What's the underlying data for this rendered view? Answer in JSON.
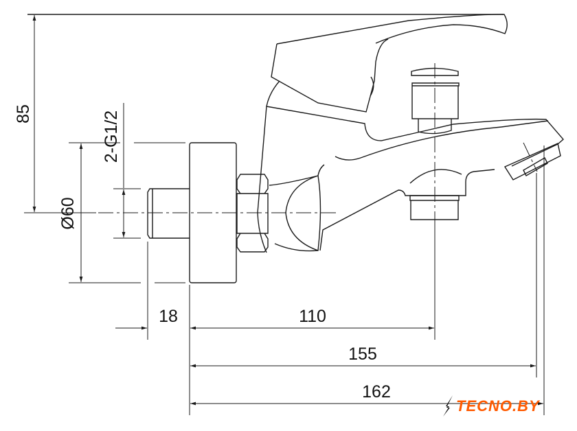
{
  "title": "Bath mixer dimension drawing",
  "dimensions": {
    "height": "85",
    "diameter": "Ø60",
    "thread": "2-G1/2",
    "thread_length": "18",
    "outlet_offset": "110",
    "spout_reach": "155",
    "total_reach": "162"
  },
  "logo": {
    "text": "TECNO.BY",
    "color": "#ff5a00"
  }
}
